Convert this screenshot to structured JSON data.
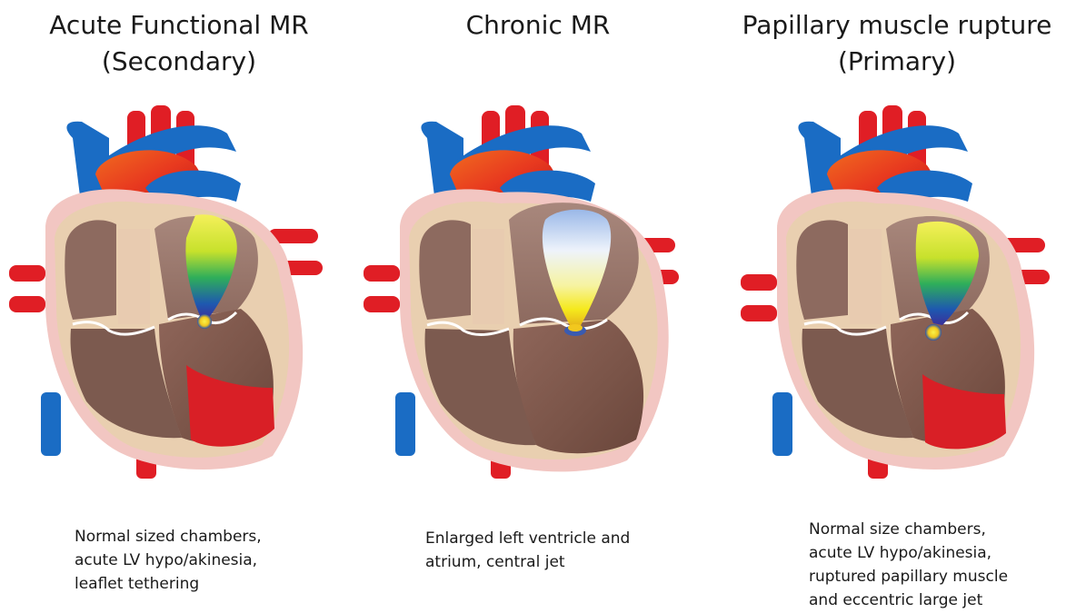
{
  "panels": [
    {
      "title_lines": [
        "Acute Functional MR",
        "(Secondary)"
      ],
      "caption_lines": [
        "Normal sized chambers,",
        "acute LV hypo/akinesia,",
        "leaflet tethering"
      ],
      "variant": "functional"
    },
    {
      "title_lines": [
        "Chronic MR"
      ],
      "caption_lines": [
        "Enlarged left ventricle and",
        "atrium, central jet"
      ],
      "variant": "chronic"
    },
    {
      "title_lines": [
        "Papillary muscle rupture",
        "(Primary)"
      ],
      "caption_lines": [
        "Normal size chambers,",
        "acute LV hypo/akinesia,",
        "ruptured papillary muscle",
        "and eccentric large jet"
      ],
      "variant": "rupture"
    }
  ],
  "colors": {
    "artery_red": "#e01e25",
    "vein_blue": "#1a6cc4",
    "pericardium_pink": "#f2c6c2",
    "wall_tan": "#e9cfb0",
    "chamber_brown": "#8a5e52",
    "jet_yellow": "#f5ee2a",
    "jet_green": "#36b24a",
    "jet_blue": "#2c3fa8"
  }
}
